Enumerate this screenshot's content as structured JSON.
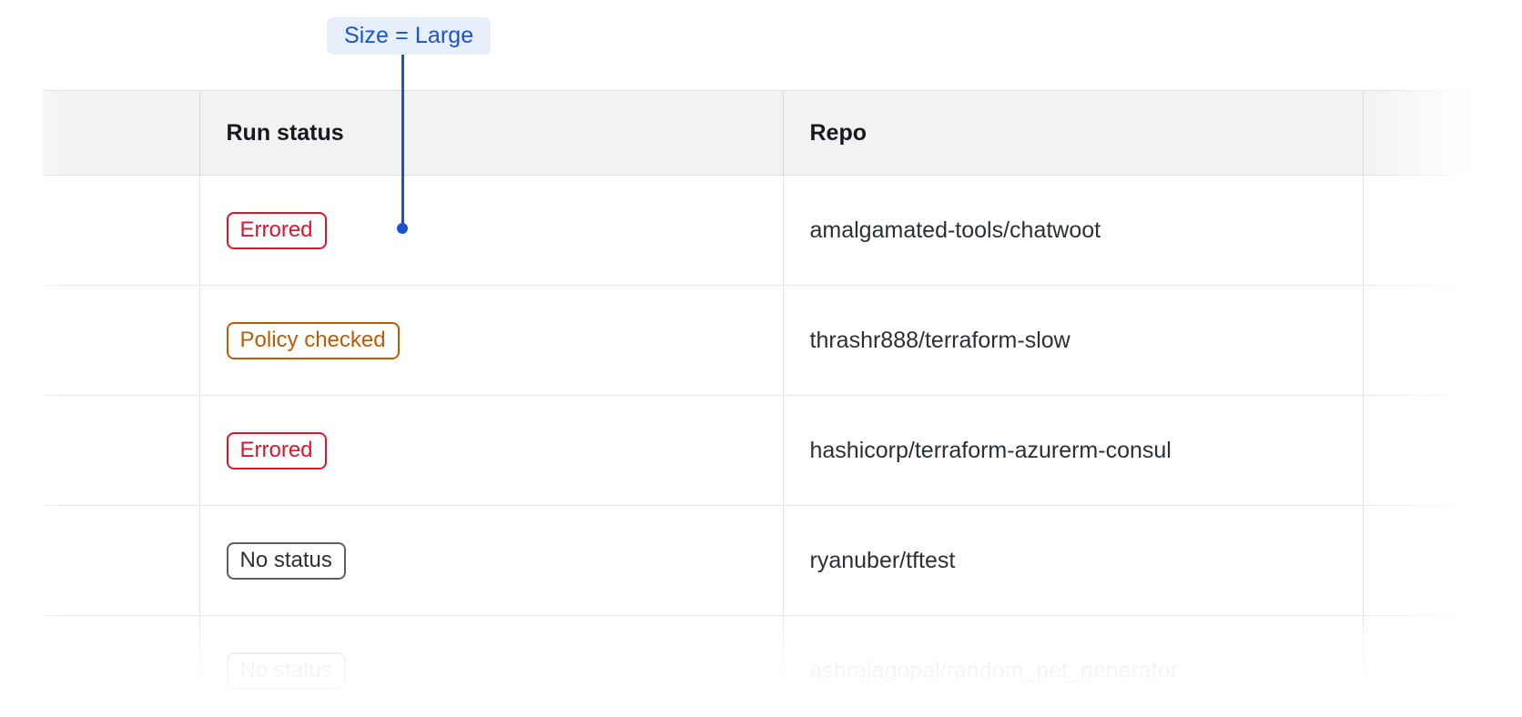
{
  "annotation": {
    "label": "Size = Large",
    "chip_bg": "#e8effc",
    "accent": "#1a53d0"
  },
  "table": {
    "columns": [
      {
        "key": "spacer",
        "label": ""
      },
      {
        "key": "run_status",
        "label": "Run status"
      },
      {
        "key": "repo",
        "label": "Repo"
      },
      {
        "key": "tail",
        "label": ""
      }
    ],
    "rows": [
      {
        "status": "Errored",
        "status_kind": "errored",
        "repo": "amalgamated-tools/chatwoot",
        "faded": false
      },
      {
        "status": "Policy checked",
        "status_kind": "policy-checked",
        "repo": "thrashr888/terraform-slow",
        "faded": false
      },
      {
        "status": "Errored",
        "status_kind": "errored",
        "repo": "hashicorp/terraform-azurerm-consul",
        "faded": false
      },
      {
        "status": "No status",
        "status_kind": "no-status",
        "repo": "ryanuber/tftest",
        "faded": false
      },
      {
        "status": "No status",
        "status_kind": "no-status",
        "repo": "ashrajagopal/random_pet_generator",
        "faded": true
      }
    ]
  },
  "colors": {
    "errored": "#e0152b",
    "policy_checked": "#bd5b00",
    "no_status": "#5b5f6d",
    "header_bg": "#f1f2f4",
    "border": "#e6e8eb",
    "text": "#2b2f36"
  }
}
